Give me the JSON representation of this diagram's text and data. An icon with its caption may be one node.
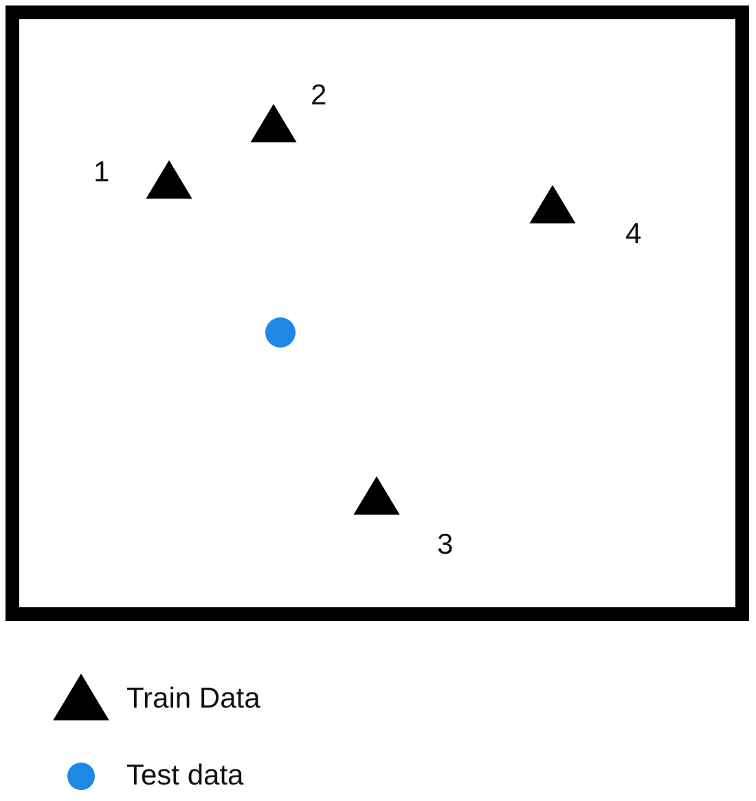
{
  "diagram": {
    "labels": [
      "2",
      "1",
      "4",
      "3"
    ],
    "legend": [
      {
        "text": "Train Data"
      },
      {
        "text": "Test data",
        "color": "#1e88e5"
      }
    ]
  }
}
